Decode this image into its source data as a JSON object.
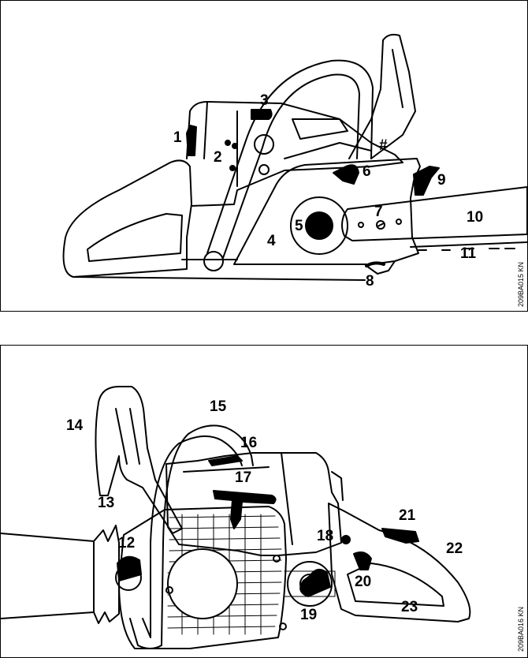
{
  "top_panel": {
    "labels": {
      "l1": "1",
      "l2": "2",
      "l3": "3",
      "l4": "4",
      "l5": "5",
      "l6": "6",
      "l7": "7",
      "l8": "8",
      "l9": "9",
      "l10": "10",
      "l11": "11",
      "hash": "#"
    },
    "code": "209BA015 KN"
  },
  "bottom_panel": {
    "labels": {
      "l12": "12",
      "l13": "13",
      "l14": "14",
      "l15": "15",
      "l16": "16",
      "l17": "17",
      "l18": "18",
      "l19": "19",
      "l20": "20",
      "l21": "21",
      "l22": "22",
      "l23": "23"
    },
    "code": "209BA016 KN"
  }
}
